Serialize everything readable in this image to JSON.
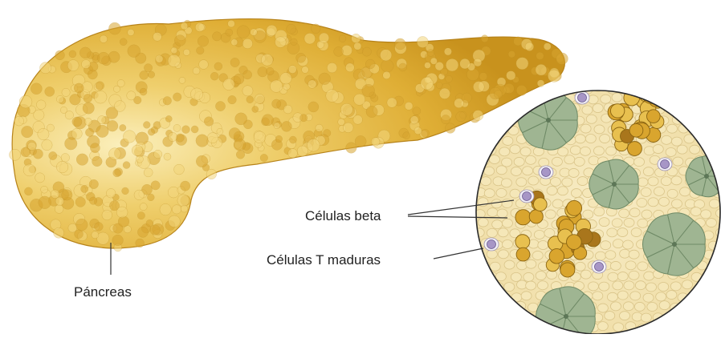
{
  "labels": {
    "pancreas": "Páncreas",
    "beta_cells": "Células beta",
    "mature_t_cells": "Células T maduras"
  },
  "colors": {
    "pancreas_fill": "#e2b43a",
    "pancreas_highlight": "#f8ebb0",
    "beta_cell": "#d9a52e",
    "acinar_cell": "#9fb592",
    "t_cell": "#a796c6",
    "background_tissue": "#f5e7b8",
    "line": "#333333"
  }
}
